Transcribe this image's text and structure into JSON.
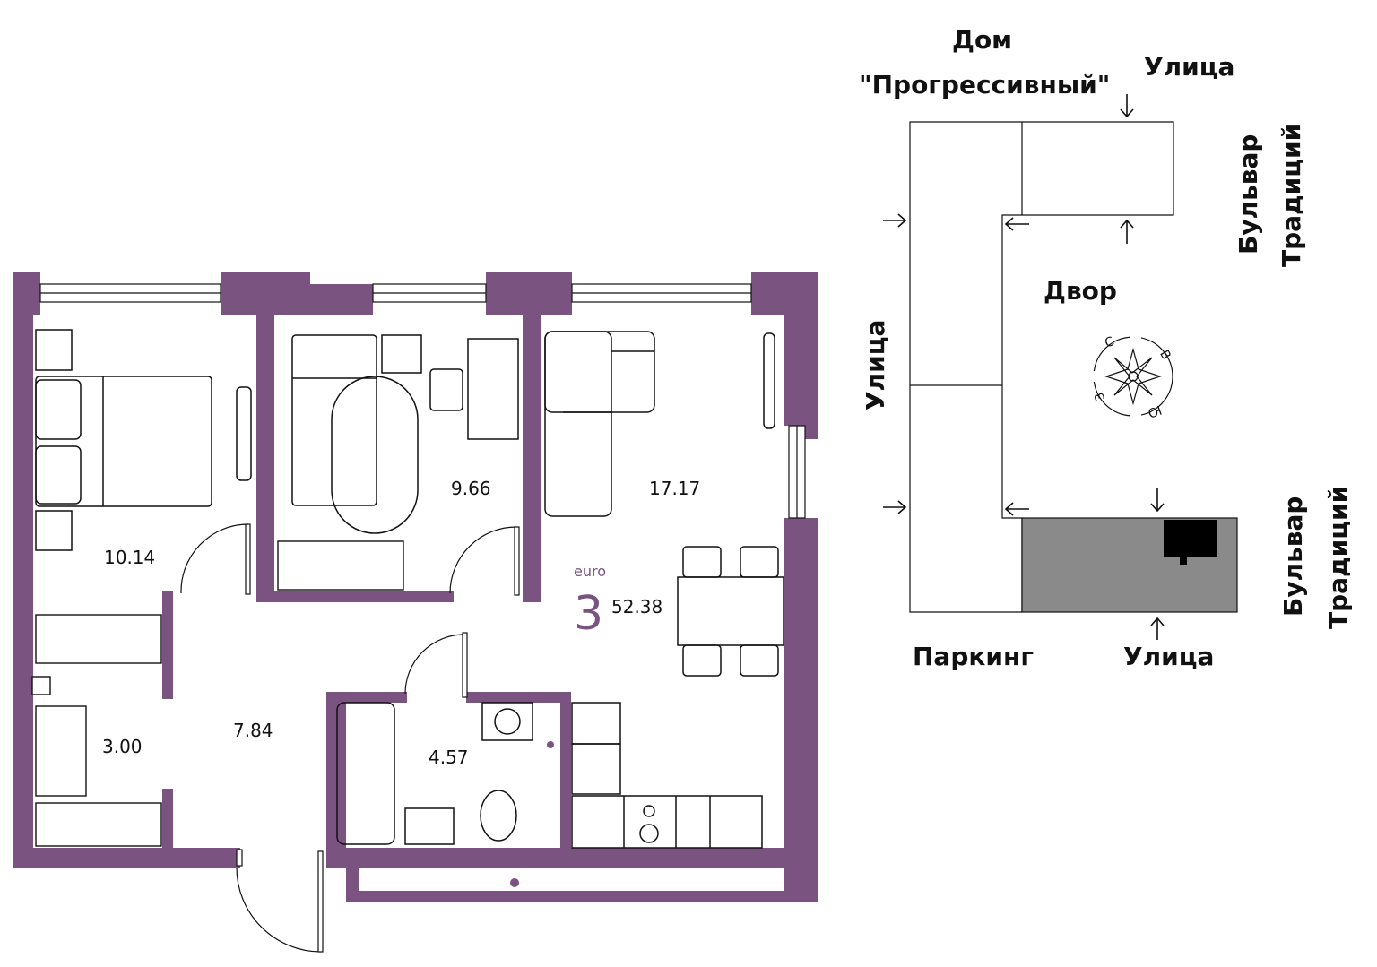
{
  "colors": {
    "wall": "#7a5381",
    "line": "#111111",
    "window": "#ffffff",
    "map_highlight": "#8a8a8a",
    "map_unit": "#000000"
  },
  "plan": {
    "rooms": [
      {
        "id": "bedroom-1",
        "area": "10.14"
      },
      {
        "id": "bedroom-2",
        "area": "9.66"
      },
      {
        "id": "living-kitchen",
        "area": "17.17"
      },
      {
        "id": "storage",
        "area": "3.00"
      },
      {
        "id": "hall",
        "area": "7.84"
      },
      {
        "id": "bathroom",
        "area": "4.57"
      }
    ],
    "badge": {
      "type_label": "euro",
      "rooms_count": "3",
      "total_area": "52.38"
    }
  },
  "map": {
    "building_name_line1": "Дом",
    "building_name_line2": "\"Прогрессивный\"",
    "street_top": "Улица",
    "boulevard_right_line1": "Бульвар",
    "boulevard_right_line2": "Традиций",
    "courtyard": "Двор",
    "street_left": "Улица",
    "boulevard_bottom_line1": "Бульвар",
    "boulevard_bottom_line2": "Традиций",
    "parking": "Паркинг",
    "street_bottom": "Улица",
    "compass": {
      "north": "С",
      "east": "В",
      "south": "Ю",
      "west": "З"
    }
  }
}
